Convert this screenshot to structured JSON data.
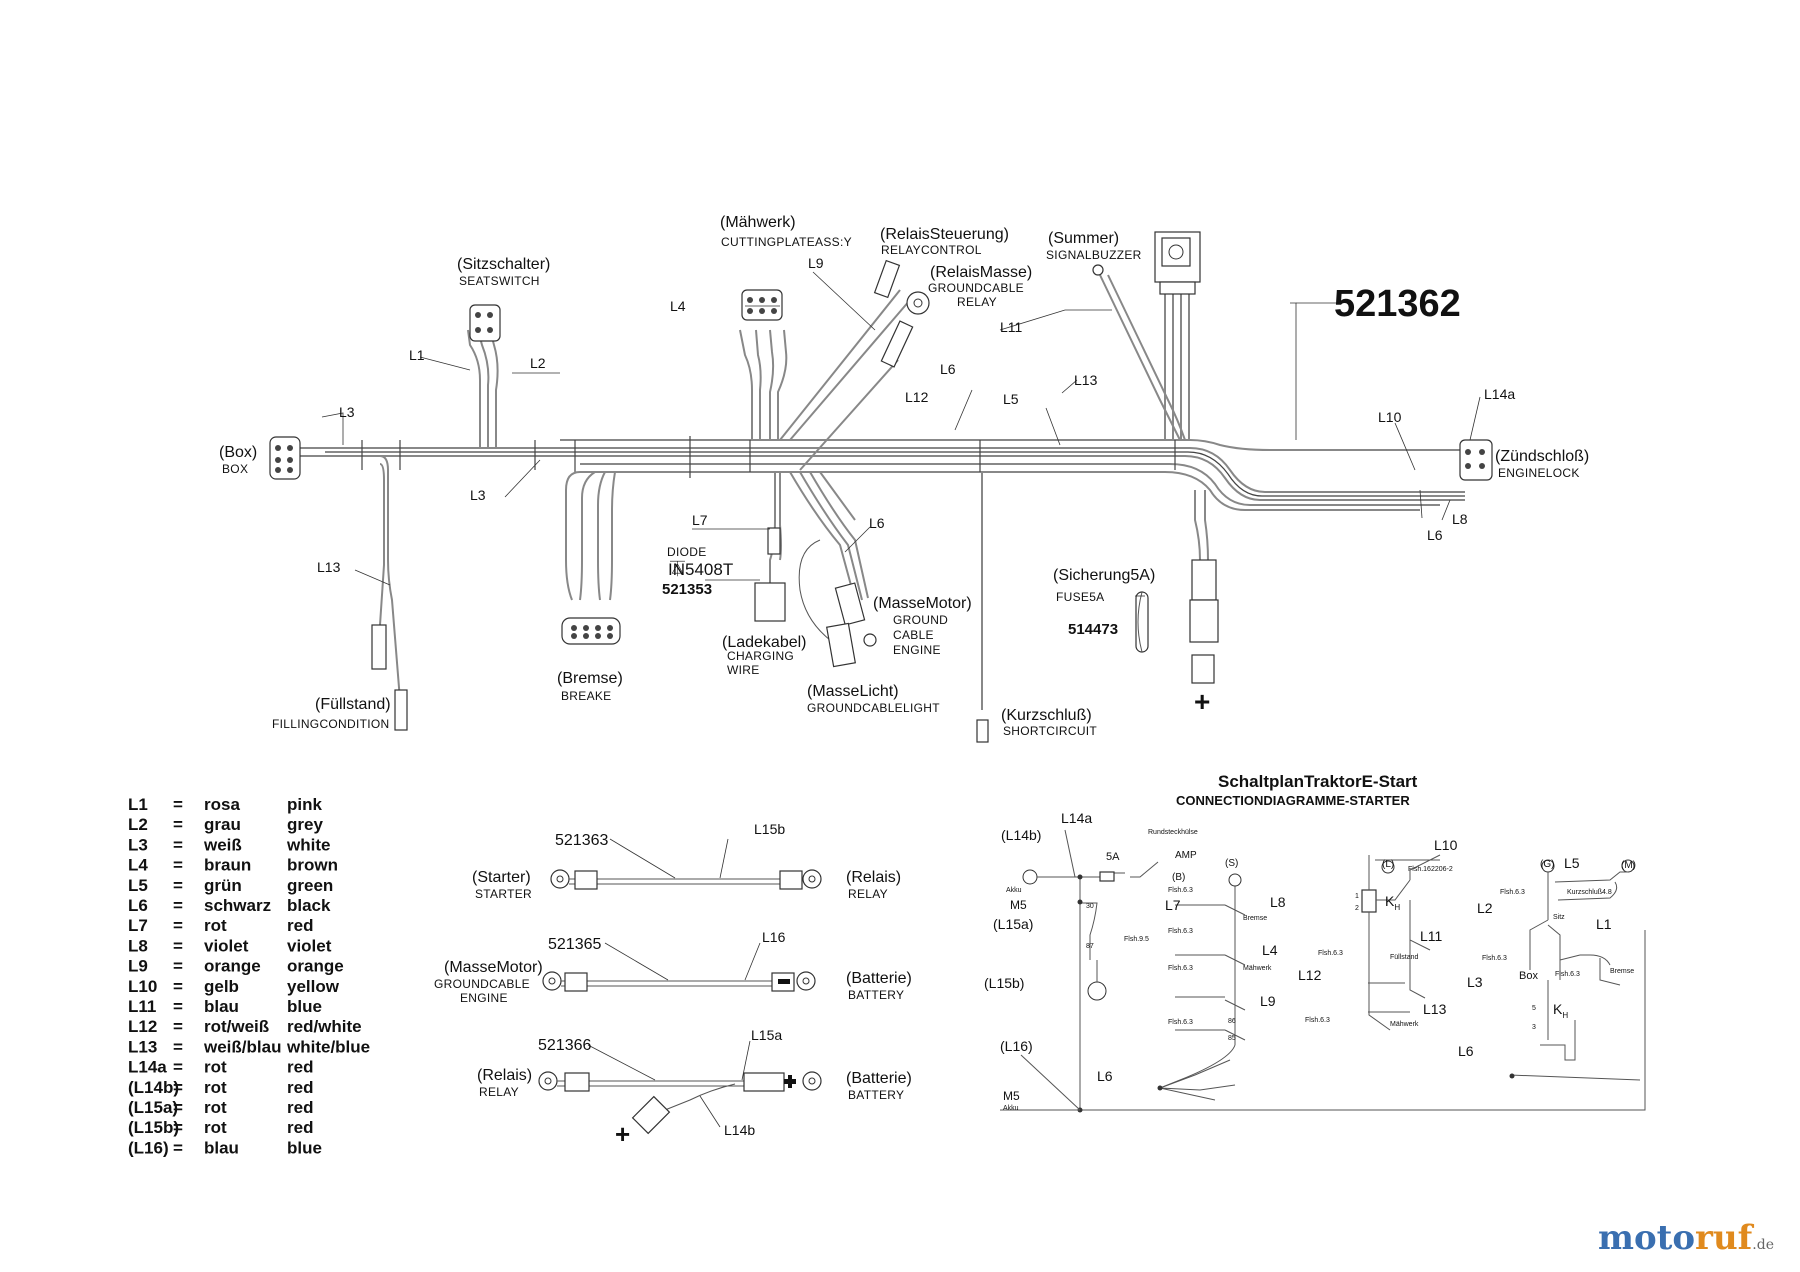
{
  "main_part": "521362",
  "components": {
    "box": {
      "de": "(Box)",
      "en": "BOX"
    },
    "sitzschalter": {
      "de": "(Sitzschalter)",
      "en": "SEATSWITCH"
    },
    "maehwerk": {
      "de": "(Mähwerk)",
      "en": "CUTTINGPLATEASS:Y"
    },
    "relais_steuerung": {
      "de": "(RelaisSteuerung)",
      "en": "RELAYCONTROL"
    },
    "relais_masse": {
      "de": "(RelaisMasse)",
      "en1": "GROUNDCABLE",
      "en2": "RELAY"
    },
    "summer": {
      "de": "(Summer)",
      "en": "SIGNALBUZZER"
    },
    "zuendschloss": {
      "de": "(Zündschloß)",
      "en": "ENGINELOCK"
    },
    "diode": {
      "title": "DIODE",
      "type": "IN5408T",
      "part": "521353"
    },
    "masse_motor": {
      "de": "(MasseMotor)",
      "en1": "GROUND",
      "en2": "CABLE",
      "en3": "ENGINE"
    },
    "ladekabel": {
      "de": "(Ladekabel)",
      "en1": "CHARGING",
      "en2": "WIRE"
    },
    "masse_licht": {
      "de": "(MasseLicht)",
      "en": "GROUNDCABLELIGHT"
    },
    "kurzschluss": {
      "de": "(Kurzschluß)",
      "en": "SHORTCIRCUIT"
    },
    "sicherung": {
      "de": "(Sicherung5A)",
      "en": "FUSE5A",
      "part": "514473"
    },
    "bremse": {
      "de": "(Bremse)",
      "en": "BREAKE"
    },
    "fuellstand": {
      "de": "(Füllstand)",
      "en": "FILLINGCONDITION"
    }
  },
  "wire_labels": {
    "l1": "L1",
    "l2": "L2",
    "l3a": "L3",
    "l3b": "L3",
    "l4": "L4",
    "l5": "L5",
    "l6a": "L6",
    "l6b": "L6",
    "l6c": "L6",
    "l7": "L7",
    "l8": "L8",
    "l9": "L9",
    "l10": "L10",
    "l11": "L11",
    "l12": "L12",
    "l13a": "L13",
    "l13b": "L13",
    "l14a": "L14a"
  },
  "plus_sign": "+",
  "cables": [
    {
      "part": "521363",
      "wire": "L15b",
      "left_de": "(Starter)",
      "left_en": "STARTER",
      "right_de": "(Relais)",
      "right_en": "RELAY"
    },
    {
      "part": "521365",
      "wire": "L16",
      "left_de": "(MasseMotor)",
      "left_en1": "GROUNDCABLE",
      "left_en2": "ENGINE",
      "right_de": "(Batterie)",
      "right_en": "BATTERY"
    },
    {
      "part": "521366",
      "wire": "L15a",
      "wire2": "L14b",
      "left_de": "(Relais)",
      "left_en": "RELAY",
      "right_de": "(Batterie)",
      "right_en": "BATTERY"
    }
  ],
  "legend": [
    {
      "code": "L1",
      "eq": "=",
      "de": "rosa",
      "en": "pink"
    },
    {
      "code": "L2",
      "eq": "=",
      "de": "grau",
      "en": "grey"
    },
    {
      "code": "L3",
      "eq": "=",
      "de": "weiß",
      "en": "white"
    },
    {
      "code": "L4",
      "eq": "=",
      "de": "braun",
      "en": "brown"
    },
    {
      "code": "L5",
      "eq": "=",
      "de": "grün",
      "en": "green"
    },
    {
      "code": "L6",
      "eq": "=",
      "de": "schwarz",
      "en": "black"
    },
    {
      "code": "L7",
      "eq": "=",
      "de": "rot",
      "en": "red"
    },
    {
      "code": "L8",
      "eq": "=",
      "de": "violet",
      "en": "violet"
    },
    {
      "code": "L9",
      "eq": "=",
      "de": "orange",
      "en": "orange"
    },
    {
      "code": "L10",
      "eq": "=",
      "de": "gelb",
      "en": "yellow"
    },
    {
      "code": "L11",
      "eq": "=",
      "de": "blau",
      "en": "blue"
    },
    {
      "code": "L12",
      "eq": "=",
      "de": "rot/weiß",
      "en": "red/white"
    },
    {
      "code": "L13",
      "eq": "=",
      "de": "weiß/blau",
      "en": "white/blue"
    },
    {
      "code": "L14a",
      "eq": "=",
      "de": "rot",
      "en": "red"
    },
    {
      "code": "(L14b)",
      "eq": "=",
      "de": "rot",
      "en": "red"
    },
    {
      "code": "(L15a)",
      "eq": "=",
      "de": "rot",
      "en": "red"
    },
    {
      "code": "(L15b)",
      "eq": "=",
      "de": "rot",
      "en": "red"
    },
    {
      "code": "(L16)",
      "eq": "=",
      "de": "blau",
      "en": "blue"
    }
  ],
  "schematic": {
    "title": "SchaltplanTraktorE-Start",
    "subtitle": "CONNECTIONDIAGRAMME-STARTER",
    "labels": {
      "l14b": "(L14b)",
      "l14a": "L14a",
      "rund": "Rundsteckhülse",
      "amp": "AMP",
      "b": "(B)",
      "fuse": "5A",
      "akku1": "Akku",
      "m5a": "M5",
      "l15a": "(L15a)",
      "n30": "30",
      "n87": "87",
      "n86": "86",
      "n85": "85",
      "flsh95": "Flsh.9.5",
      "l15b": "(L15b)",
      "l16": "(L16)",
      "m5b": "M5",
      "akku2": "Akku",
      "l6a": "L6",
      "l6b": "L6",
      "s": "(S)",
      "flsh63a": "Flsh.6.3",
      "l7": "L7",
      "l8": "L8",
      "bremse": "Bremse",
      "flsh63b": "Flsh.6.3",
      "l4": "L4",
      "maehwerk": "Mähwerk",
      "flsh63c": "Flsh.6.3",
      "l9": "L9",
      "flsh63d": "Flsh.6.3",
      "l12": "L12",
      "flsh63e": "Flsh.6.3",
      "fuellstand": "Füllstand",
      "flsh63f": "Flsh.6.3",
      "maehwerk2": "Mähwerk",
      "l": "(L)",
      "l10": "L10",
      "flsh162": "Flsh.162206-2",
      "kh": "K",
      "hsub": "H",
      "n1": "1",
      "n2": "2",
      "l11": "L11",
      "l13": "L13",
      "g": "(G)",
      "l5": "L5",
      "m": "(M)",
      "flsh63g": "Flsh.6.3",
      "kurz": "Kurzschluß4.8",
      "l2": "L2",
      "sitz": "Sitz",
      "l1": "L1",
      "flsh63h": "Flsh.6.3",
      "box": "Box",
      "flsh63i": "Flsh.6.3",
      "bremse2": "Bremse",
      "l3": "L3",
      "n5": "5",
      "n3": "3",
      "kh2": "K",
      "hsub2": "H"
    }
  },
  "logo": {
    "a": "moto",
    "b": "ruf",
    "c": "",
    "d": ".de"
  },
  "colors": {
    "harness": "#888888",
    "ink": "#111111",
    "logo_blue": "#3a6fb0",
    "logo_orange": "#e08a1e"
  }
}
